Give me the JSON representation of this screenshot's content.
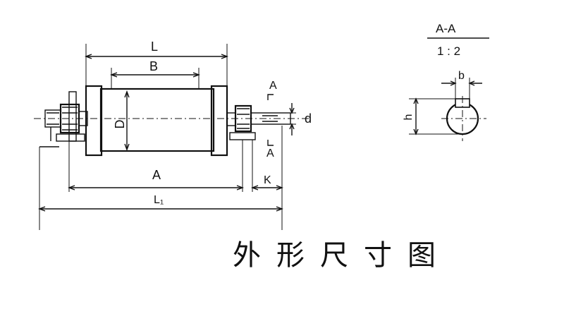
{
  "labels": {
    "L": "L",
    "B": "B",
    "D": "D",
    "A_length": "A",
    "L1": "L₁",
    "K": "K",
    "section_top": "A",
    "section_bottom": "A",
    "d": "d"
  },
  "section": {
    "title": "A-A",
    "scale": "1 : 2",
    "b": "b",
    "h": "h"
  },
  "caption": "外形尺寸图"
}
